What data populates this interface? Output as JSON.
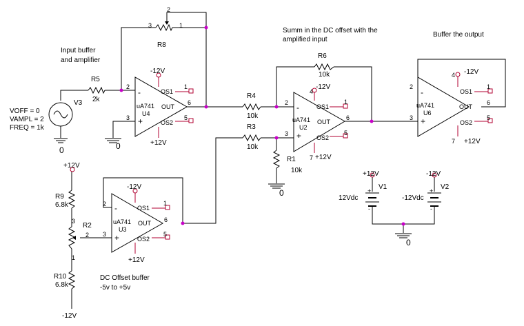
{
  "annotations": {
    "input_buffer": [
      "Input buffer",
      "and amplifier"
    ],
    "summ": [
      "Summ in the DC offset with the",
      "amplified input"
    ],
    "buffer_output": "Buffer the output",
    "dc_offset": [
      "DC Offset buffer",
      "-5v to +5v"
    ]
  },
  "source_v3": {
    "name": "V3",
    "params": [
      "VOFF = 0",
      "VAMPL = 2",
      "FREQ = 1k"
    ]
  },
  "resistors": {
    "r5": {
      "name": "R5",
      "value": "2k"
    },
    "r4": {
      "name": "R4",
      "value": "10k"
    },
    "r3": {
      "name": "R3",
      "value": "10k"
    },
    "r6": {
      "name": "R6",
      "value": "10k"
    },
    "r1": {
      "name": "R1",
      "value": "10k"
    },
    "r9": {
      "name": "R9",
      "value": "6.8k"
    },
    "r10": {
      "name": "R10",
      "value": "6.8k"
    }
  },
  "pots": {
    "r8": {
      "name": "R8",
      "pins": [
        "3",
        "2",
        "1"
      ]
    },
    "r2": {
      "name": "R2",
      "pins": [
        "3",
        "2",
        "1"
      ]
    }
  },
  "opamps": {
    "u4": {
      "part": "uA741",
      "name": "U4",
      "vneg": "-12V",
      "vpos": "+12V",
      "pin_inv": "2",
      "pin_noninv": "3",
      "pin_out": "6",
      "pin_os1": "1",
      "pin_os2": "5",
      "os1": "OS1",
      "os2": "OS2",
      "out": "OUT",
      "minus": "-",
      "plus": "+"
    },
    "u2": {
      "part": "uA741",
      "name": "U2",
      "vneg": "-12V",
      "vpos": "+12V",
      "pin_inv": "2",
      "pin_noninv": "3",
      "pin_out": "6",
      "pin_os1": "1",
      "pin_os2": "5",
      "pin_v4": "4",
      "pin_v7": "7",
      "os1": "OS1",
      "os2": "OS2",
      "out": "OUT",
      "minus": "-",
      "plus": "+"
    },
    "u3": {
      "part": "uA741",
      "name": "U3",
      "vneg": "-12V",
      "vpos": "+12V",
      "pin_inv": "2",
      "pin_noninv": "3",
      "pin_out": "6",
      "pin_os1": "1",
      "pin_os2": "5",
      "os1": "OS1",
      "os2": "OS2",
      "out": "OUT",
      "minus": "-",
      "plus": "+"
    },
    "u6": {
      "part": "uA741",
      "name": "U6",
      "vneg": "-12V",
      "vpos": "+12V",
      "pin_inv": "2",
      "pin_noninv": "3",
      "pin_out": "6",
      "pin_os1": "1",
      "pin_os2": "5",
      "pin_v4": "4",
      "pin_v7": "7",
      "os1": "OS1",
      "os2": "OS2",
      "out": "OUT",
      "minus": "-",
      "plus": "+"
    }
  },
  "supplies": {
    "v1": {
      "name": "V1",
      "value": "12Vdc",
      "rail": "+12V"
    },
    "v2": {
      "name": "V2",
      "value": "-12Vdc",
      "rail": "-12V"
    },
    "plus": "+",
    "minus": "-"
  },
  "rails": {
    "top": "+12V",
    "bottom": "-12V"
  },
  "ground": "0",
  "colors": {
    "wire": "#000000",
    "pin": "#b00030",
    "node": "#c800c8",
    "power": "#2233aa"
  }
}
